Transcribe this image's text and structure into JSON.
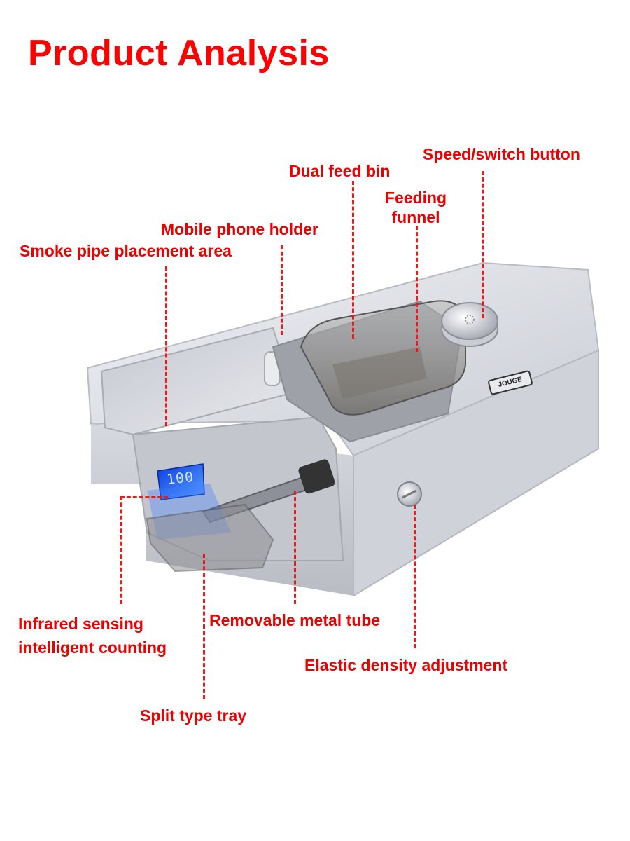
{
  "title": "Product Analysis",
  "colors": {
    "accent": "#ff0000",
    "leader_line": "#e81c1c",
    "device_body": "#d9dce2",
    "display_blue": "#1a5cff"
  },
  "device": {
    "brand": "JOUGE",
    "counter_display": "100"
  },
  "callouts": [
    {
      "id": "speed-switch-button",
      "text": "Speed/switch button"
    },
    {
      "id": "dual-feed-bin",
      "text": "Dual feed bin"
    },
    {
      "id": "feeding-funnel",
      "line1": "Feeding",
      "line2": "funnel"
    },
    {
      "id": "mobile-phone-holder",
      "text": "Mobile phone holder"
    },
    {
      "id": "smoke-pipe-placement-area",
      "text": "Smoke pipe placement area"
    },
    {
      "id": "infrared-sensing",
      "line1": "Infrared sensing",
      "line2": "intelligent counting"
    },
    {
      "id": "removable-metal-tube",
      "text": "Removable metal tube"
    },
    {
      "id": "elastic-density-adjustment",
      "text": "Elastic density adjustment"
    },
    {
      "id": "split-type-tray",
      "text": "Split type tray"
    }
  ]
}
